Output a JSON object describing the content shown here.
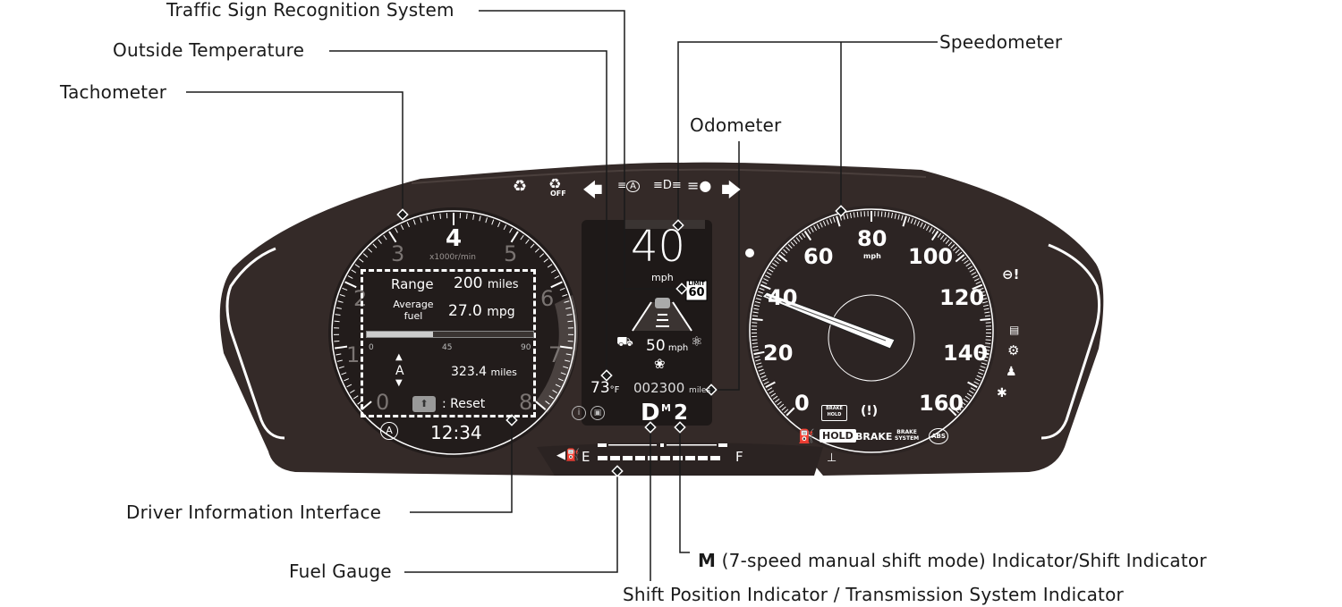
{
  "callouts": {
    "traffic_sign": "Traffic Sign Recognition System",
    "outside_temp": "Outside Temperature",
    "tachometer": "Tachometer",
    "speedometer": "Speedometer",
    "odometer": "Odometer",
    "driver_info": "Driver Information Interface",
    "fuel_gauge": "Fuel Gauge",
    "m_indicator_bold": "M",
    "m_indicator_rest": " (7-speed manual shift mode) Indicator/Shift Indicator",
    "shift_position": "Shift Position Indicator / Transmission System Indicator"
  },
  "top_indicators": [
    "traction-control-icon",
    "traction-control-off-icon",
    "left-turn-signal-icon",
    "auto-high-beam-icon",
    "low-beam-icon",
    "high-beam-icon",
    "right-turn-signal-icon"
  ],
  "top_indicator_text": {
    "off": "OFF",
    "auto": "A"
  },
  "tachometer": {
    "labels": [
      "0",
      "1",
      "2",
      "3",
      "4",
      "5",
      "6",
      "7",
      "8"
    ],
    "unit": "x1000r/min"
  },
  "info_panel": {
    "range_label": "Range",
    "range_value": "200",
    "range_unit": "miles",
    "avg_fuel_label_1": "Average",
    "avg_fuel_label_2": "fuel",
    "avg_fuel_value": "27.0",
    "avg_fuel_unit": "mpg",
    "bar_ticks": [
      "0",
      "45",
      "90"
    ],
    "trip_label": "A",
    "trip_value": "323.4",
    "trip_unit": "miles",
    "reset_label": ": Reset",
    "clock": "12:34",
    "auto_icon": "A"
  },
  "center": {
    "speed": "40",
    "speed_unit": "mph",
    "limit_label": "LIMIT",
    "limit_value": "60",
    "acc_speed": "50",
    "acc_unit": "mph",
    "temperature": "73",
    "temperature_unit": "°F",
    "odometer": "002300",
    "odometer_unit": "miles",
    "shift_position": "D",
    "shift_mode": "M",
    "gear": "2"
  },
  "fuel": {
    "empty": "E",
    "full": "F"
  },
  "speedometer": {
    "labels": [
      "0",
      "20",
      "40",
      "60",
      "80",
      "100",
      "120",
      "140",
      "160"
    ],
    "unit": "mph",
    "needle_value": 40
  },
  "warning_lights": {
    "brake_hold_1": "BRAKE",
    "brake_hold_2": "HOLD",
    "hold": "HOLD",
    "brake": "BRAKE",
    "brake_system_1": "BRAKE",
    "brake_system_2": "SYSTEM",
    "abs": "ABS",
    "tpms": "(!)",
    "eps": "!"
  },
  "colors": {
    "cluster_body": "#342a28",
    "display_bg": "#1e1918",
    "gauge_face": "#221c1b",
    "white": "#ffffff",
    "dim_numeral": "#7a7472"
  }
}
